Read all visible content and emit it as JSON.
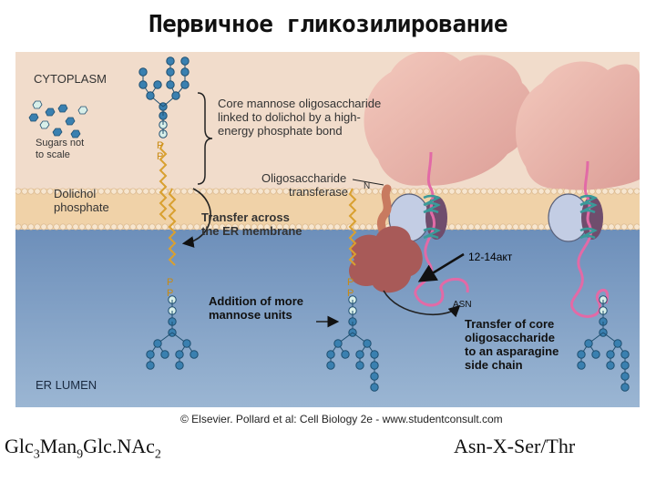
{
  "title": "Первичное гликозилирование",
  "labels": {
    "cytoplasm": "CYTOPLASM",
    "sugars_note_1": "Sugars not",
    "sugars_note_2": "to scale",
    "core_line1": "Core mannose oligosaccharide",
    "core_line2": "linked to dolichol by a high-",
    "core_line3": "energy phosphate bond",
    "ost_line1": "Oligosaccharide",
    "ost_line2": "transferase",
    "n_terminal": "N",
    "dolichol_line1": "Dolichol",
    "dolichol_line2": "phosphate",
    "transfer_line1": "Transfer across",
    "transfer_line2": "the ER membrane",
    "acts": "12-14акт",
    "addition_line1": "Addition of more",
    "addition_line2": "mannose units",
    "asn": "ASN",
    "transfer_core_line1": "Transfer of core",
    "transfer_core_line2": "oligosaccharide",
    "transfer_core_line3": "to an asparagine",
    "transfer_core_line4": "side chain",
    "er_lumen": "ER LUMEN",
    "p": "P"
  },
  "credit": "© Elsevier. Pollard et al: Cell Biology 2e - www.studentconsult.com",
  "formula_left": {
    "glc": "Glc",
    "n1": "3",
    "man": "Man",
    "n2": "9",
    "glcnac": "Glc.NAc",
    "n3": "2"
  },
  "formula_right": "Asn-X-Ser/Thr",
  "colors": {
    "cytoplasm": "#f1dccb",
    "membrane": "#f0d2a8",
    "lumen": "#7f9fc4",
    "ribosome": "#e8b4aa",
    "ost": "#a85a58",
    "pink_chain": "#e26aa6",
    "mannose": "#3a80b0",
    "glcnac": "#d8efe9"
  }
}
